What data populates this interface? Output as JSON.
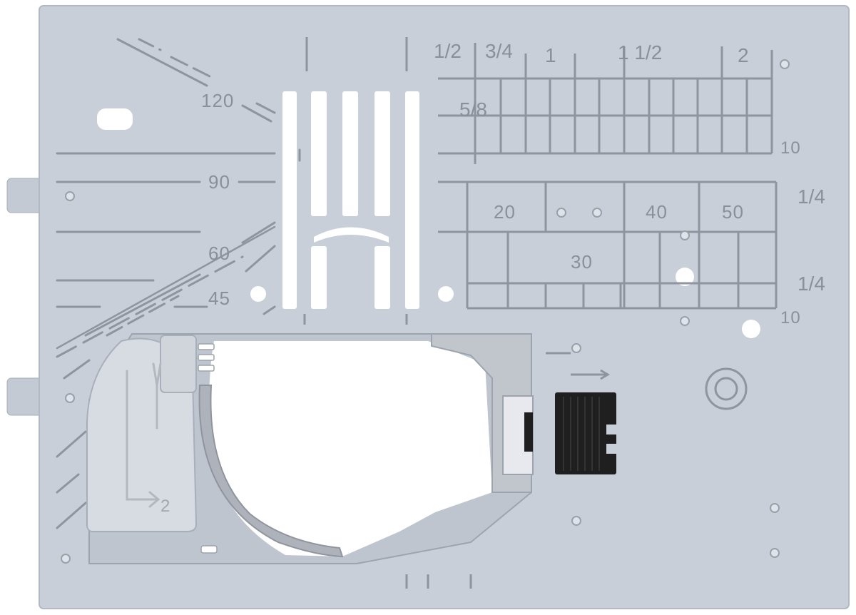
{
  "colors": {
    "plate": "#c9cfd9",
    "plate_edge": "#b8bec9",
    "markings": "#8f949e",
    "holes": "#ffffff",
    "hook_cover": "#d7dbe2",
    "hook_metal": "#aeb3bb",
    "feed_block": "#1f1f1f"
  },
  "angle_labels": {
    "a120": "120",
    "a90": "90",
    "a60": "60",
    "a45": "45"
  },
  "inch_scale": {
    "half": "1/2",
    "three_quarter": "3/4",
    "one": "1",
    "one_half": "1 1/2",
    "two": "2",
    "five_eighths": "5/8"
  },
  "metric_scale": {
    "m20": "20",
    "m30": "30",
    "m40": "40",
    "m50": "50",
    "ten_upper": "10",
    "ten_lower": "10",
    "quarter_upper": "1/4",
    "quarter_lower": "1/4"
  },
  "bobbin_cover": {
    "step_label": "2"
  }
}
